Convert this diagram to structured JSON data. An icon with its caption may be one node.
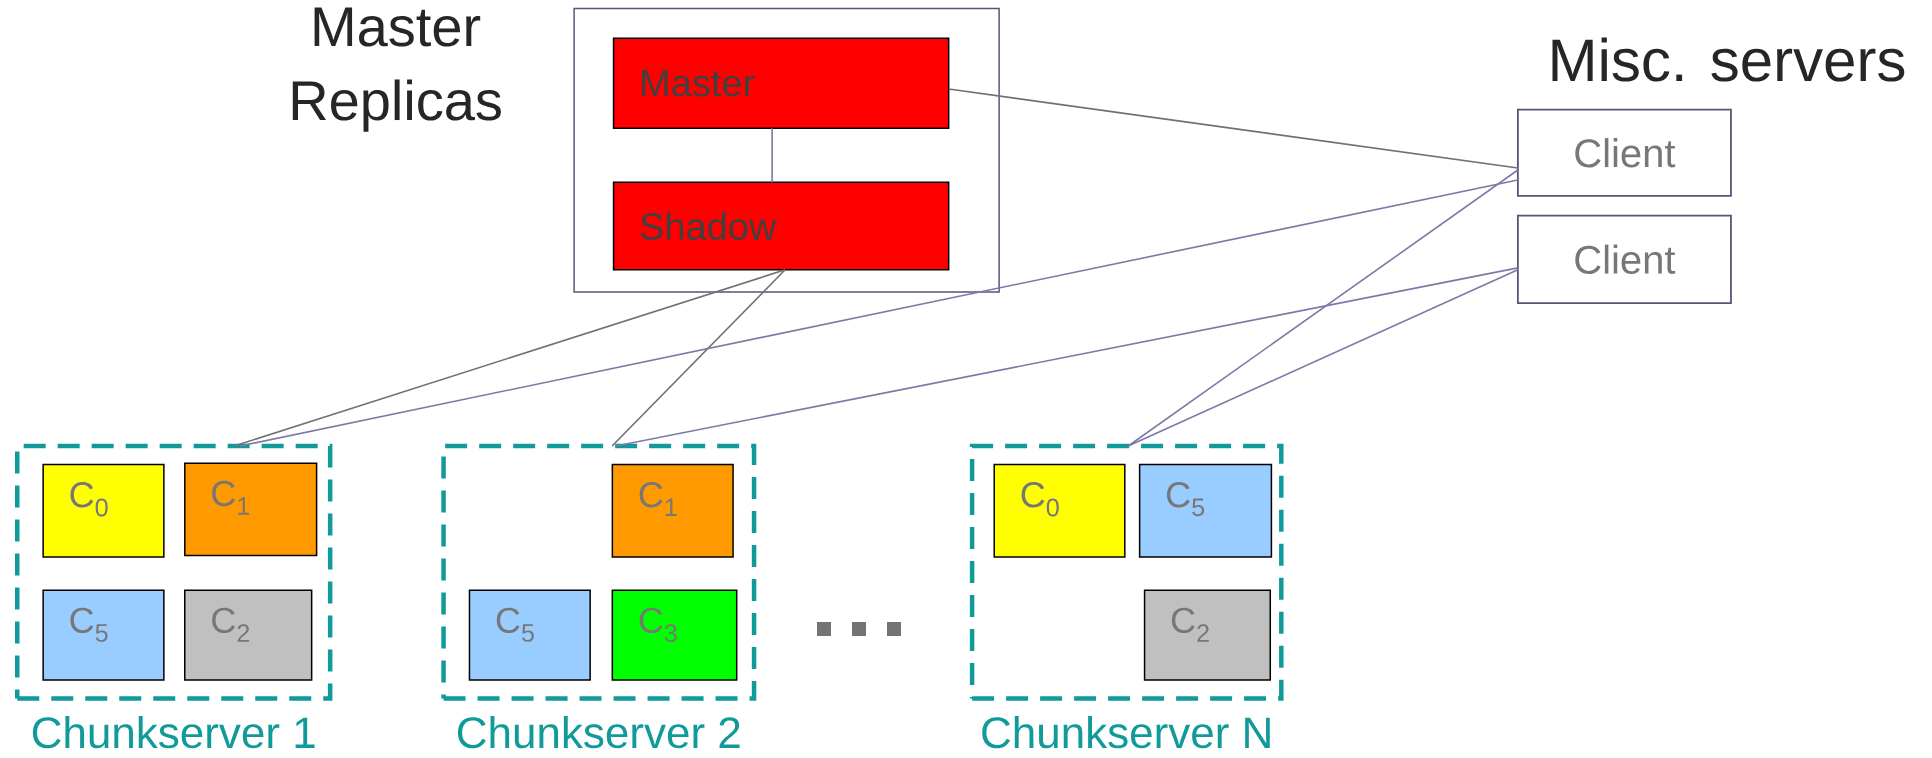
{
  "diagram": {
    "nodes": [
      {
        "text": [
          "Master Replicas"
        ]
      },
      {
        "text": [
          "Master"
        ],
        "in": 0
      },
      {
        "text": [
          "Shadow"
        ],
        "in": 0
      },
      {
        "text": [
          "Client"
        ]
      },
      {
        "text": [
          "Client"
        ]
      },
      {
        "text": [
          "Chunkserver 1"
        ]
      },
      {
        "text": [
          "C$_{0}$"
        ],
        "in": 5
      },
      {
        "text": [
          "C$_{1}$"
        ],
        "in": 5
      },
      {
        "text": [
          "C$_{5}$"
        ],
        "in": 5
      },
      {
        "text": [
          "C$_{2}$"
        ],
        "in": 5
      },
      {
        "text": [
          "Chunkserver 2"
        ]
      },
      {
        "text": [
          "C$_{1}$"
        ],
        "in": 10
      },
      {
        "text": [
          "C$_{5}$"
        ],
        "in": 10
      },
      {
        "text": [
          "C$_{3}$"
        ],
        "in": 10
      },
      {
        "text": [
          "Chunkserver N"
        ]
      },
      {
        "text": [
          "C$_{0}$"
        ],
        "in": 14
      },
      {
        "text": [
          "C$_{5}$"
        ],
        "in": 14
      },
      {
        "text": [
          "C$_{2}$"
        ],
        "in": 14
      }
    ],
    "edges": [
      {
        "from": 1,
        "to": 2,
        "arrow": "none"
      },
      {
        "from": 1,
        "to": 3,
        "arrow": "none",
        "color": "#707070"
      },
      {
        "from": 2,
        "to": 5,
        "arrow": "none",
        "color": "#707070"
      },
      {
        "from": 2,
        "to": 10,
        "arrow": "none",
        "color": "#707070"
      },
      {
        "from": 3,
        "to": 5,
        "arrow": "none"
      },
      {
        "from": 4,
        "to": 10,
        "arrow": "none"
      },
      {
        "from": 3,
        "to": 14,
        "arrow": "none"
      },
      {
        "from": 4,
        "to": 14,
        "arrow": "none"
      }
    ],
    "labels": [
      "Misc. servers"
    ]
  }
}
